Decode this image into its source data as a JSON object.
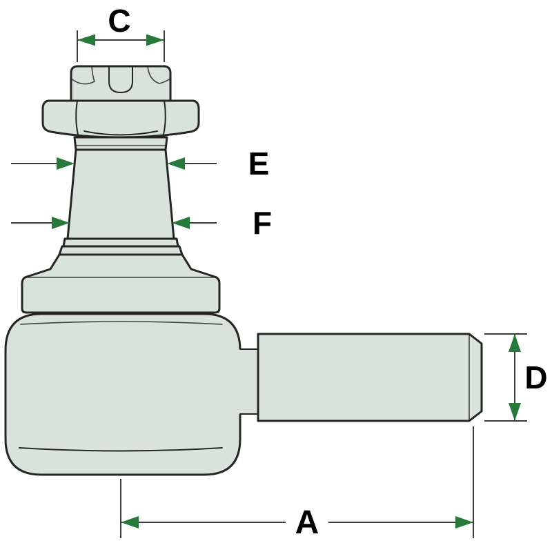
{
  "colors": {
    "part-fill": "#d8e3dc",
    "outline": "#252525",
    "dim-line": "#3a3a3a",
    "arrow-green": "#26793b",
    "label": "#000000",
    "background": "#ffffff"
  },
  "labels": {
    "c": "C",
    "e": "E",
    "f": "F",
    "d": "D",
    "a": "A"
  }
}
